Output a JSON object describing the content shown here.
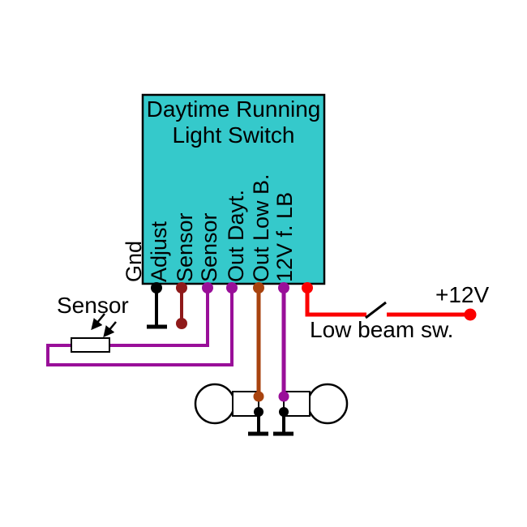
{
  "diagram": {
    "module": {
      "title_line1": "Daytime Running",
      "title_line2": "Light Switch"
    },
    "pins": [
      {
        "label": "Gnd"
      },
      {
        "label": "Adjust"
      },
      {
        "label": "Sensor"
      },
      {
        "label": "Sensor"
      },
      {
        "label": "Out Dayt."
      },
      {
        "label": "Out Low B."
      },
      {
        "label": "12V f. LB"
      }
    ],
    "annotations": {
      "sensor_label": "Sensor",
      "supply_label": "+12V",
      "switch_label": "Low beam sw."
    },
    "colors": {
      "module_fill": "#35C9CB",
      "wire_purple": "#990F99",
      "wire_brown": "#A8430F",
      "wire_dark_red": "#8F1A1A",
      "wire_red": "#FB0000",
      "wire_black": "#000000"
    }
  }
}
